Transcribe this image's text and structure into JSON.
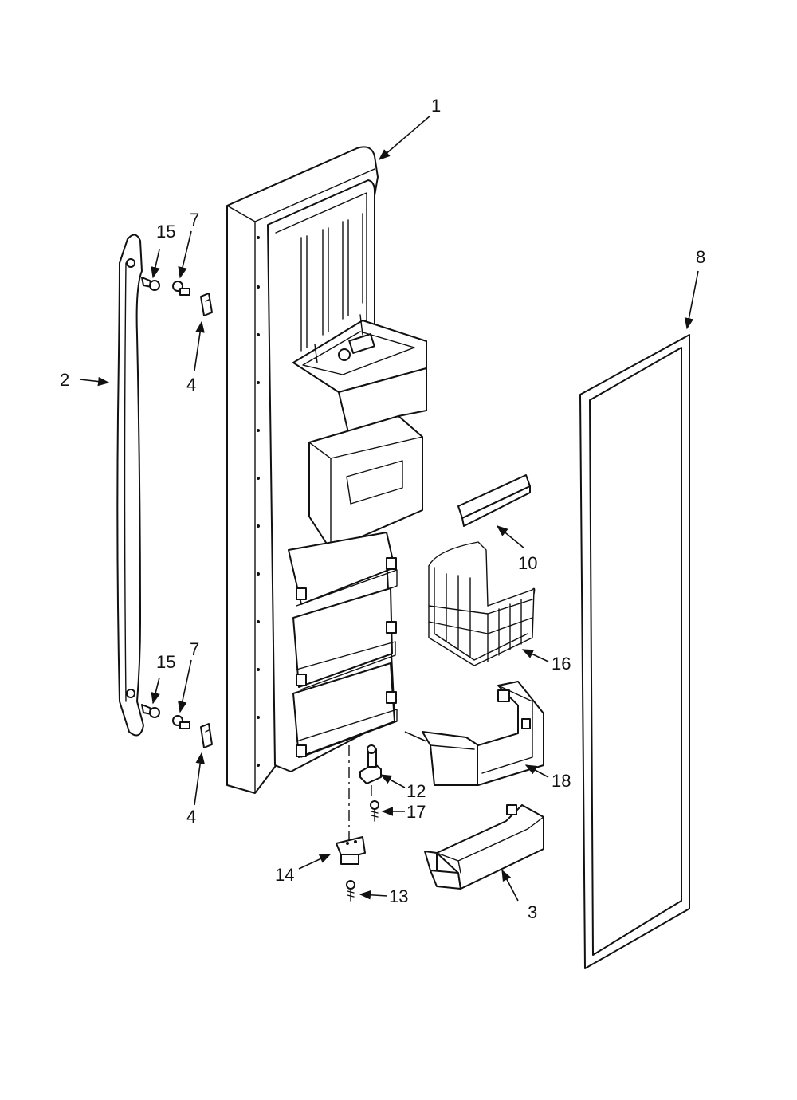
{
  "callouts": {
    "door": "1",
    "handle": "2",
    "door_bin_lower": "3",
    "handle_clip_upper": "4",
    "handle_clip_lower": "4",
    "handle_stud_upper": "7",
    "handle_stud_lower": "7",
    "door_gasket": "8",
    "bin_rail": "10",
    "bracket": "12",
    "screw_lower": "13",
    "door_hinge": "14",
    "handle_screw_upper": "15",
    "handle_screw_lower": "15",
    "wire_basket": "16",
    "screw_bracket": "17",
    "door_bin_upper": "18"
  },
  "style": {
    "line_color": "#111111",
    "background": "#ffffff"
  }
}
